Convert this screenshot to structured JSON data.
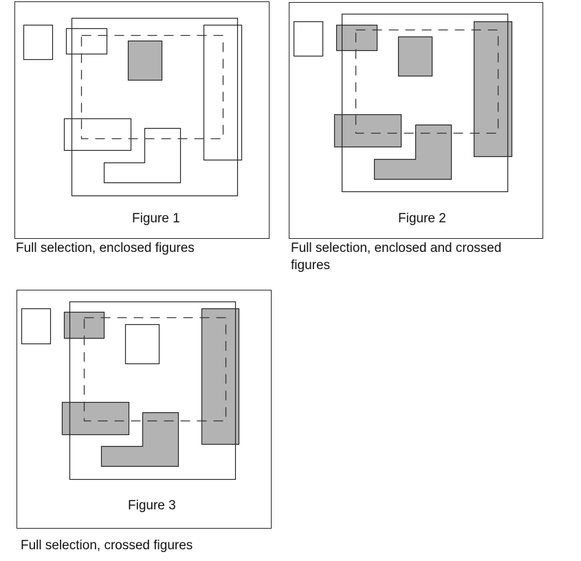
{
  "panels": [
    {
      "figure_label": "Figure 1",
      "caption": "Full selection, enclosed figures",
      "selection_mode": "enclosed",
      "selected_shapes": [
        "center-rect"
      ]
    },
    {
      "figure_label": "Figure 2",
      "caption": "Full selection, enclosed and crossed figures",
      "selection_mode": "enclosed-and-crossed",
      "selected_shapes": [
        "top-left-rect",
        "center-rect",
        "tall-right-rect",
        "bottom-left-rect",
        "l-shape"
      ]
    },
    {
      "figure_label": "Figure 3",
      "caption": "Full selection, crossed figures",
      "selection_mode": "crossed",
      "selected_shapes": [
        "top-left-rect",
        "tall-right-rect",
        "bottom-left-rect",
        "l-shape"
      ]
    }
  ],
  "colors": {
    "selected_fill": "#b3b3b3",
    "unselected_fill": "#ffffff",
    "stroke": "#222222"
  }
}
